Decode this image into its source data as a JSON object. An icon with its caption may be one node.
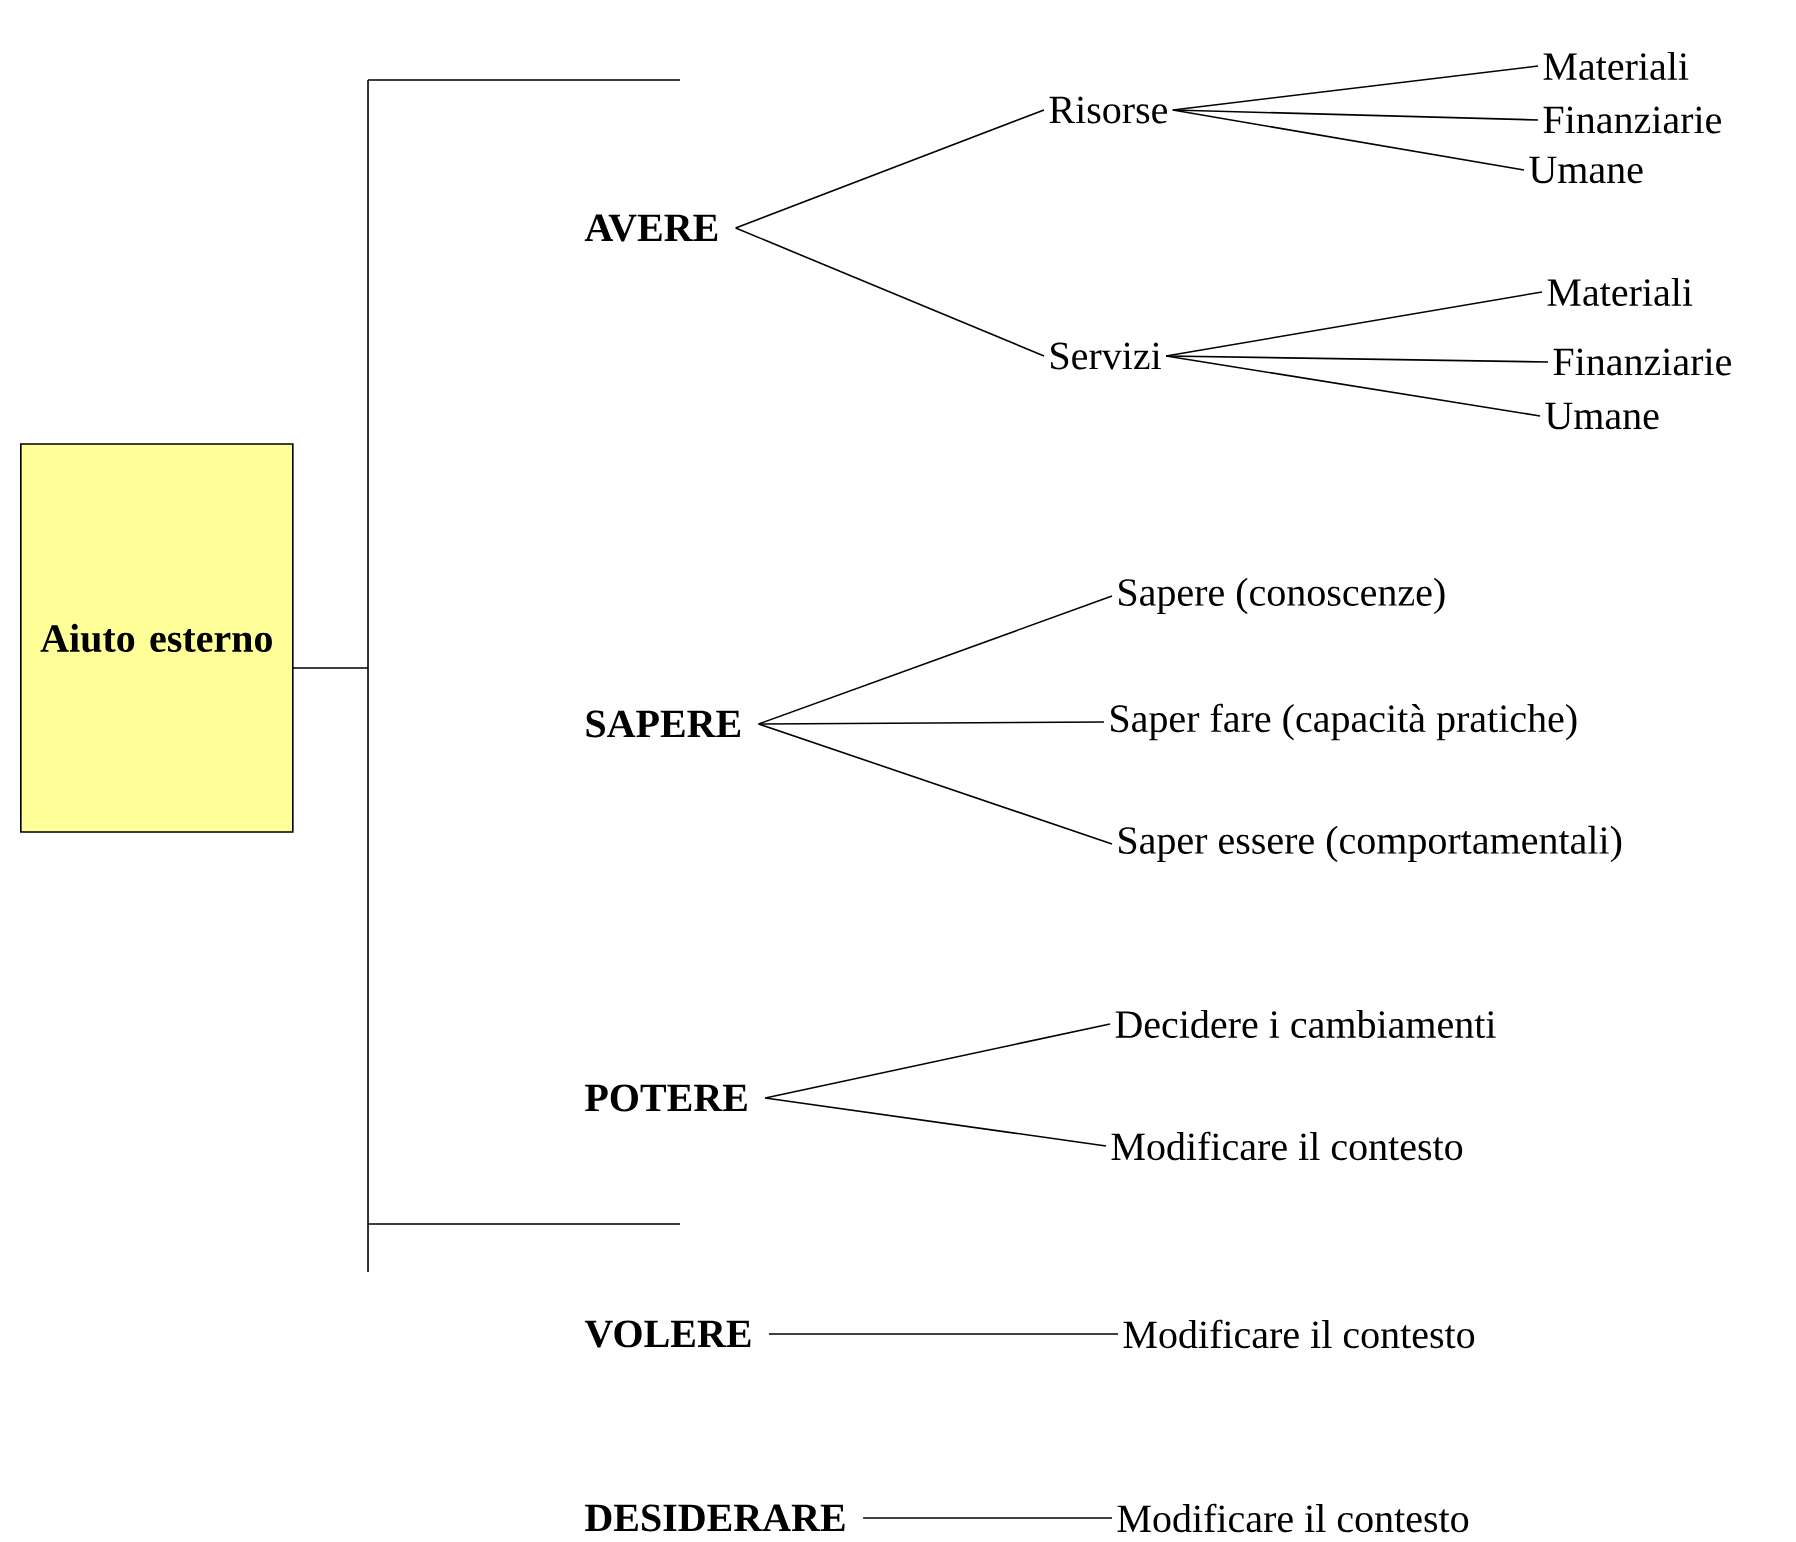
{
  "diagram": {
    "nodes": [
      {
        "text": [
          "Aiuto esterno"
        ]
      },
      {
        "text": [
          "AVERE"
        ]
      },
      {
        "text": [
          "Risorse"
        ]
      },
      {
        "text": [
          "Materiali"
        ]
      },
      {
        "text": [
          "Finanziarie"
        ]
      },
      {
        "text": [
          "Umane"
        ]
      },
      {
        "text": [
          "Servizi"
        ]
      },
      {
        "text": [
          "Materiali"
        ]
      },
      {
        "text": [
          "Finanziarie"
        ]
      },
      {
        "text": [
          "Umane"
        ]
      },
      {
        "text": [
          "SAPERE"
        ]
      },
      {
        "text": [
          "Sapere (conoscenze)"
        ]
      },
      {
        "text": [
          "Saper fare (capacità pratiche)"
        ]
      },
      {
        "text": [
          "Saper essere (comportamentali)"
        ]
      },
      {
        "text": [
          "POTERE"
        ]
      },
      {
        "text": [
          "Decidere i cambiamenti"
        ]
      },
      {
        "text": [
          "Modificare il contesto"
        ]
      },
      {
        "text": [
          "VOLERE"
        ]
      },
      {
        "text": [
          "Modificare il contesto"
        ]
      },
      {
        "text": [
          "DESIDERARE"
        ]
      },
      {
        "text": [
          "Modificare il contesto"
        ]
      }
    ],
    "edges": [
      {
        "from": 1,
        "to": 2,
        "arrow": "none"
      },
      {
        "from": 1,
        "to": 6,
        "arrow": "none"
      },
      {
        "from": 2,
        "to": 3,
        "arrow": "none"
      },
      {
        "from": 2,
        "to": 4,
        "arrow": "none"
      },
      {
        "from": 2,
        "to": 5,
        "arrow": "none"
      },
      {
        "from": 6,
        "to": 7,
        "arrow": "none"
      },
      {
        "from": 6,
        "to": 8,
        "arrow": "none"
      },
      {
        "from": 6,
        "to": 9,
        "arrow": "none"
      },
      {
        "from": 10,
        "to": 11,
        "arrow": "none"
      },
      {
        "from": 10,
        "to": 12,
        "arrow": "none"
      },
      {
        "from": 10,
        "to": 13,
        "arrow": "none"
      },
      {
        "from": 14,
        "to": 15,
        "arrow": "none"
      },
      {
        "from": 14,
        "to": 16,
        "arrow": "none"
      },
      {
        "from": 17,
        "to": 18,
        "arrow": "none"
      },
      {
        "from": 19,
        "to": 20,
        "arrow": "none"
      }
    ]
  }
}
